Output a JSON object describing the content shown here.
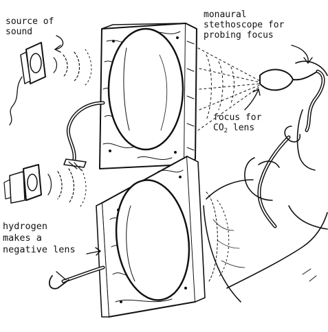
{
  "labels": {
    "source": [
      "source of",
      "sound"
    ],
    "stethoscope": [
      "monaural",
      "stethoscope for",
      "probing focus"
    ],
    "focus": {
      "line1": "focus for",
      "line2_prefix": "CO",
      "line2_sub": "2",
      "line2_suffix": " lens"
    },
    "hydrogen": [
      "hydrogen",
      "makes a",
      "negative lens"
    ]
  },
  "colors": {
    "ink": "#111111",
    "paper": "#ffffff"
  }
}
